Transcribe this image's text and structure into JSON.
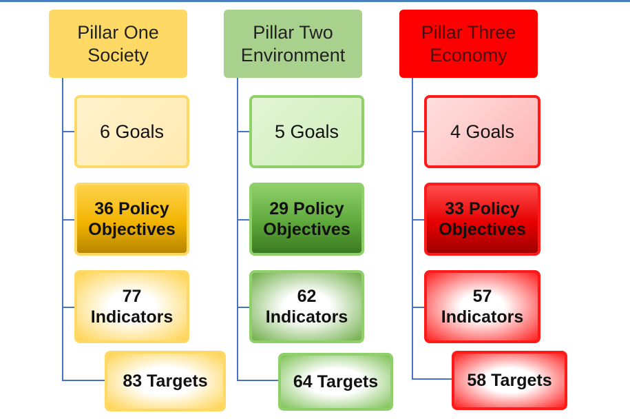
{
  "pillars": [
    {
      "header_line1": "Pillar One",
      "header_line2": "Society",
      "goals": "6 Goals",
      "objectives_line1": "36 Policy",
      "objectives_line2": "Objectives",
      "indicators_line1": "77",
      "indicators_line2": "Indicators",
      "targets": "83 Targets",
      "color": "#ffd966"
    },
    {
      "header_line1": "Pillar Two",
      "header_line2": "Environment",
      "goals": "5 Goals",
      "objectives_line1": "29 Policy",
      "objectives_line2": "Objectives",
      "indicators_line1": "62",
      "indicators_line2": "Indicators",
      "targets": "64 Targets",
      "color": "#a9d18e"
    },
    {
      "header_line1": "Pillar Three",
      "header_line2": "Economy",
      "goals": "4 Goals",
      "objectives_line1": "33 Policy",
      "objectives_line2": "Objectives",
      "indicators_line1": "57",
      "indicators_line2": "Indicators",
      "targets": "58 Targets",
      "color": "#ff0000"
    }
  ],
  "connector_color": "#4472c4"
}
